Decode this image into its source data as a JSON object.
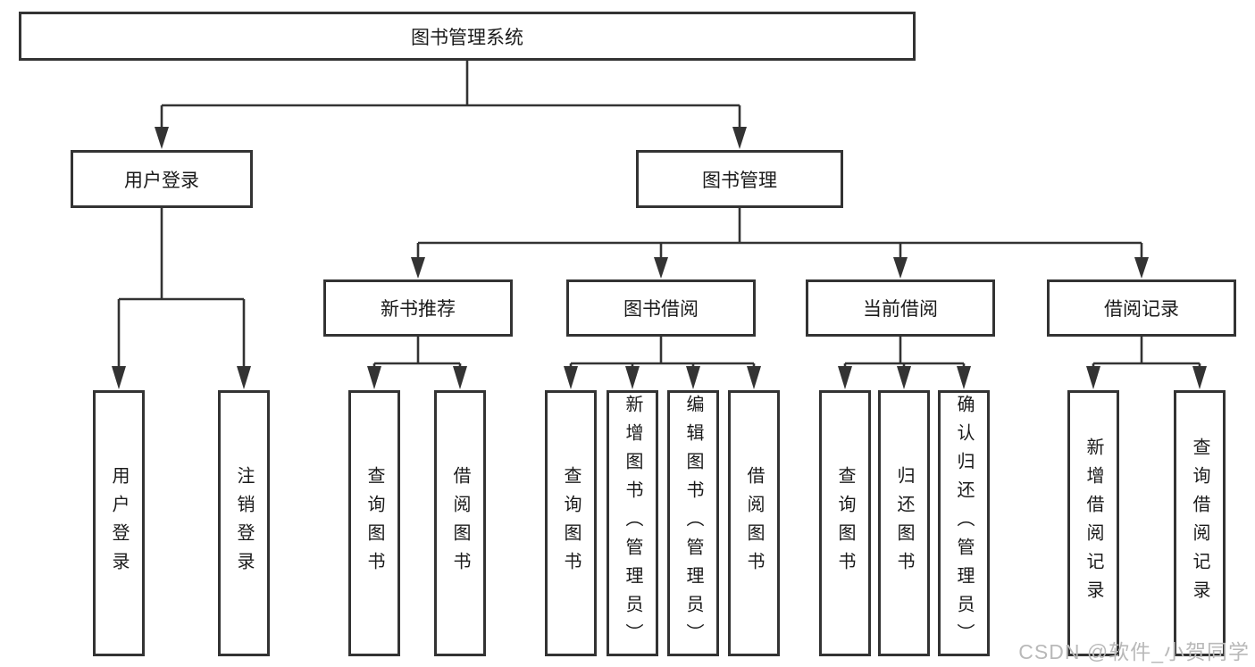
{
  "root": {
    "label": "图书管理系统"
  },
  "login": {
    "label": "用户登录",
    "children": [
      "用户登录",
      "注销登录"
    ]
  },
  "management": {
    "label": "图书管理"
  },
  "modules": [
    {
      "label": "新书推荐",
      "children": [
        "查询图书",
        "借阅图书"
      ]
    },
    {
      "label": "图书借阅",
      "children": [
        "查询图书",
        "新增图书（管理员）",
        "编辑图书（管理员）",
        "借阅图书"
      ]
    },
    {
      "label": "当前借阅",
      "children": [
        "查询图书",
        "归还图书",
        "确认归还（管理员）"
      ]
    },
    {
      "label": "借阅记录",
      "children": [
        "新增借阅记录",
        "查询借阅记录"
      ]
    }
  ],
  "watermark": "CSDN @软件_小贺同学",
  "colors": {
    "line": "#333333",
    "text": "#1a1a1a",
    "watermark": "#b9b9b9"
  }
}
